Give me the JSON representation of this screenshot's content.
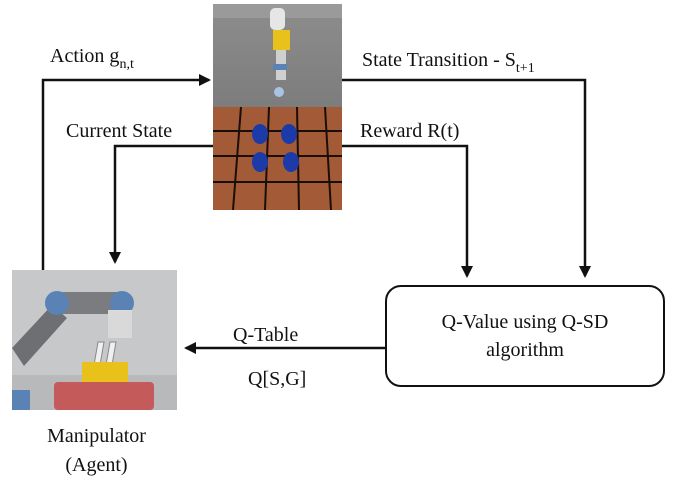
{
  "action": {
    "text": "Action g",
    "sub": "n,t"
  },
  "state_transition": {
    "text": "State Transition - S",
    "sub": "t+1"
  },
  "current_state": "Current State",
  "reward": "Reward R(t)",
  "q_table": "Q-Table",
  "q_sg": "Q[S,G]",
  "q_value": {
    "line1": "Q-Value using Q-SD",
    "line2": "algorithm"
  },
  "agent": {
    "line1": "Manipulator",
    "line2": "(Agent)"
  },
  "colors": {
    "arrow": "#111111",
    "board": "#a35a36",
    "board_lines": "#1a0f08",
    "pucks": "#1d3ba8",
    "gripper": "#e8c11a",
    "robot_joint": "#5a82b4",
    "pedestal": "#c45a5a",
    "background_floor": "#7a7a7a"
  }
}
